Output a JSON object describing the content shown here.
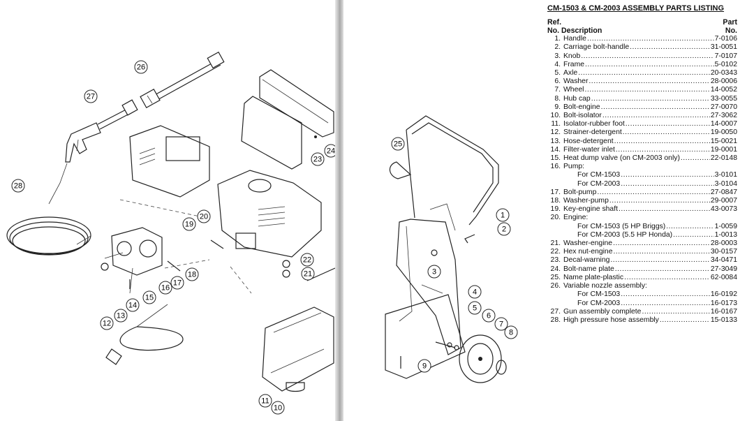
{
  "parts_listing": {
    "title": "CM-1503 & CM-2003 ASSEMBLY PARTS LISTING",
    "header": {
      "ref_line1": "Ref.",
      "ref_line2": "No.",
      "description": "Description",
      "part_line1": "Part",
      "part_line2": "No."
    },
    "rows": [
      {
        "ref": "1.",
        "desc": "Handle",
        "part": "7-0106"
      },
      {
        "ref": "2.",
        "desc": "Carriage bolt-handle",
        "part": "31-0051"
      },
      {
        "ref": "3.",
        "desc": "Knob",
        "part": "7-0107"
      },
      {
        "ref": "4.",
        "desc": "Frame",
        "part": "5-0102"
      },
      {
        "ref": "5.",
        "desc": "Axle",
        "part": "20-0343"
      },
      {
        "ref": "6.",
        "desc": "Washer",
        "part": "28-0006"
      },
      {
        "ref": "7.",
        "desc": "Wheel",
        "part": "14-0052"
      },
      {
        "ref": "8.",
        "desc": "Hub cap",
        "part": "33-0055"
      },
      {
        "ref": "9.",
        "desc": "Bolt-engine",
        "part": "27-0070"
      },
      {
        "ref": "10.",
        "desc": "Bolt-isolator",
        "part": "27-3062"
      },
      {
        "ref": "11.",
        "desc": "Isolator-rubber foot",
        "part": "14-0007"
      },
      {
        "ref": "12.",
        "desc": "Strainer-detergent",
        "part": "19-0050"
      },
      {
        "ref": "13.",
        "desc": "Hose-detergent",
        "part": "15-0021"
      },
      {
        "ref": "14.",
        "desc": "Filter-water inlet",
        "part": "19-0001"
      },
      {
        "ref": "15.",
        "desc": "Heat dump valve (on CM-2003 only)",
        "part": "22-0148"
      },
      {
        "ref": "16.",
        "desc": "Pump:",
        "part": ""
      },
      {
        "ref": "",
        "desc": "For CM-1503",
        "part": "3-0101",
        "sub": true
      },
      {
        "ref": "",
        "desc": "For CM-2003",
        "part": "3-0104",
        "sub": true
      },
      {
        "ref": "17.",
        "desc": "Bolt-pump",
        "part": "27-0847"
      },
      {
        "ref": "18.",
        "desc": "Washer-pump",
        "part": "29-0007"
      },
      {
        "ref": "19.",
        "desc": "Key-engine shaft",
        "part": "43-0073"
      },
      {
        "ref": "20.",
        "desc": "Engine:",
        "part": ""
      },
      {
        "ref": "",
        "desc": "For CM-1503 (5 HP Briggs)",
        "part": "1-0059",
        "sub": true
      },
      {
        "ref": "",
        "desc": "For CM-2003 (5.5 HP Honda)",
        "part": "1-0013",
        "sub": true
      },
      {
        "ref": "21.",
        "desc": "Washer-engine",
        "part": "28-0003"
      },
      {
        "ref": "22.",
        "desc": "Hex nut-engine",
        "part": "30-0157"
      },
      {
        "ref": "23.",
        "desc": "Decal-warning",
        "part": "34-0471"
      },
      {
        "ref": "24.",
        "desc": "Bolt-name plate",
        "part": "27-3049"
      },
      {
        "ref": "25.",
        "desc": "Name plate-plastic",
        "part": "62-0084"
      },
      {
        "ref": "26.",
        "desc": "Variable nozzle assembly:",
        "part": ""
      },
      {
        "ref": "",
        "desc": "For CM-1503",
        "part": "16-0192",
        "sub": true
      },
      {
        "ref": "",
        "desc": "For CM-2003",
        "part": "16-0173",
        "sub": true
      },
      {
        "ref": "27.",
        "desc": "Gun assembly complete",
        "part": "16-0167"
      },
      {
        "ref": "28.",
        "desc": "High pressure hose assembly",
        "part": "15-0133"
      }
    ]
  },
  "diagram_left": {
    "callouts": [
      "26",
      "27",
      "28",
      "24",
      "23",
      "20",
      "19",
      "22",
      "21",
      "18",
      "17",
      "16",
      "15",
      "14",
      "12",
      "13",
      "11",
      "10"
    ]
  },
  "diagram_right": {
    "callouts": [
      "25",
      "1",
      "2",
      "3",
      "4",
      "5",
      "6",
      "7",
      "8",
      "9"
    ]
  }
}
